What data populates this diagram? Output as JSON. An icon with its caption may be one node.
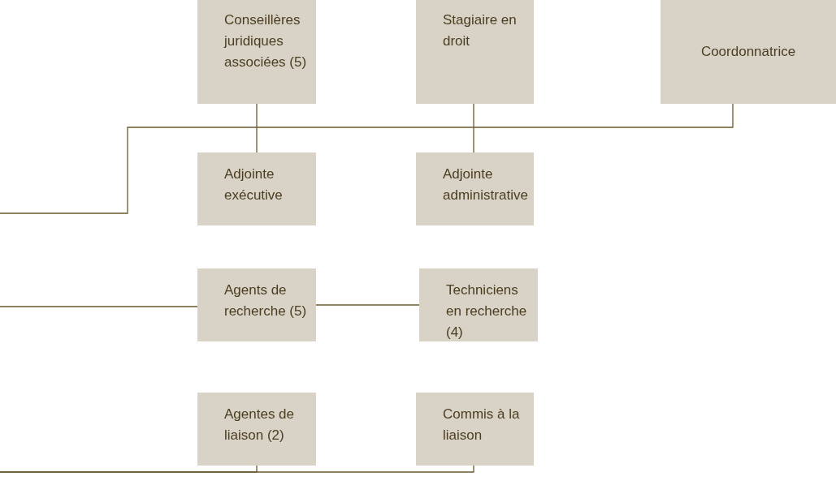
{
  "diagram": {
    "nodes": [
      {
        "text": [
          "Conseillères juridiques associées (5)"
        ]
      },
      {
        "text": [
          "Stagiaire en droit"
        ]
      },
      {
        "text": [
          "Coordonnatrice"
        ]
      },
      {
        "text": [
          "Adjointe exécutive"
        ]
      },
      {
        "text": [
          "Adjointe administrative"
        ]
      },
      {
        "text": [
          "Agents de recherche (5)"
        ]
      },
      {
        "text": [
          "Techniciens en recherche (4)"
        ]
      },
      {
        "text": [
          "Agentes de liaison (2)"
        ]
      },
      {
        "text": [
          "Commis à la liaison"
        ]
      }
    ],
    "edges": [
      {
        "from": null,
        "to": 2,
        "arrow": "none"
      },
      {
        "from": 0,
        "to": 3,
        "arrow": "none"
      },
      {
        "from": 1,
        "to": 4,
        "arrow": "none"
      },
      {
        "from": null,
        "to": 5,
        "arrow": "none"
      },
      {
        "from": 5,
        "to": 6,
        "arrow": "none"
      },
      {
        "from": null,
        "to": 7,
        "arrow": "none"
      },
      {
        "from": null,
        "to": 8,
        "arrow": "none"
      }
    ]
  }
}
